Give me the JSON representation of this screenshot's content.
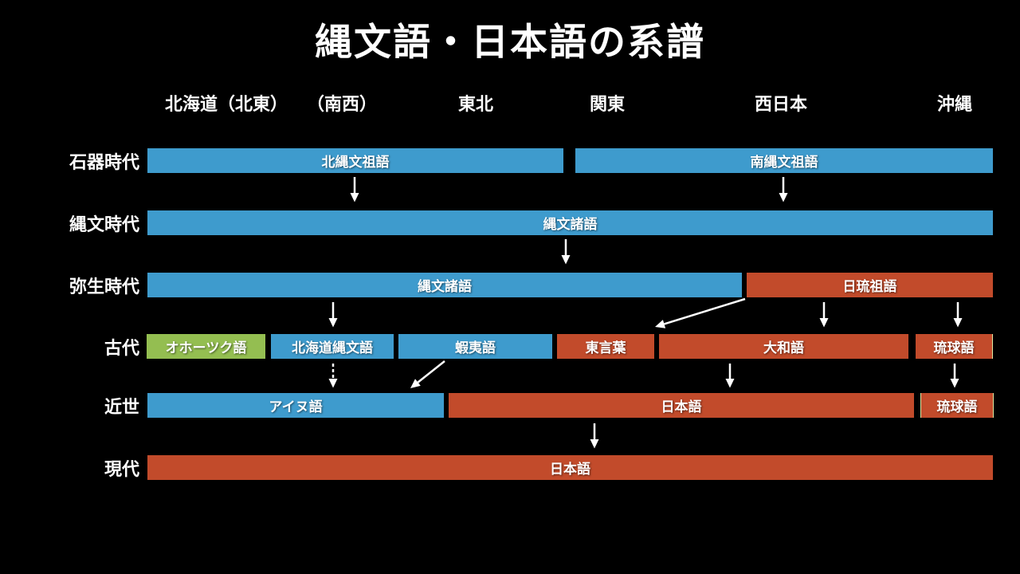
{
  "title": "縄文語・日本語の系譜",
  "headers": [
    "北海道（北東）",
    "（南西）",
    "東北",
    "関東",
    "西日本",
    "沖縄"
  ],
  "rows": [
    {
      "era": "石器時代",
      "bars": [
        {
          "label": "北縄文祖語",
          "color": "blue"
        },
        {
          "label": "南縄文祖語",
          "color": "blue"
        }
      ]
    },
    {
      "era": "縄文時代",
      "bars": [
        {
          "label": "縄文諸語",
          "color": "blue"
        }
      ]
    },
    {
      "era": "弥生時代",
      "bars": [
        {
          "label": "縄文諸語",
          "color": "blue"
        },
        {
          "label": "日琉祖語",
          "color": "red"
        }
      ]
    },
    {
      "era": "古代",
      "bars": [
        {
          "label": "オホーツク語",
          "color": "green"
        },
        {
          "label": "北海道縄文語",
          "color": "blue"
        },
        {
          "label": "蝦夷語",
          "color": "blue"
        },
        {
          "label": "東言葉",
          "color": "red"
        },
        {
          "label": "大和語",
          "color": "red"
        },
        {
          "label": "琉球語",
          "color": "red"
        }
      ]
    },
    {
      "era": "近世",
      "bars": [
        {
          "label": "アイヌ語",
          "color": "blue"
        },
        {
          "label": "日本語",
          "color": "red"
        },
        {
          "label": "琉球語",
          "color": "red"
        }
      ]
    },
    {
      "era": "現代",
      "bars": [
        {
          "label": "日本語",
          "color": "red"
        }
      ]
    }
  ],
  "colors": {
    "background": "#000000",
    "text": "#FFFFFF",
    "bar_blue": "#3E9BCD",
    "bar_red": "#C24B2B",
    "bar_green": "#94BE51",
    "bar_edge_highlight": "#D9E8A3"
  }
}
